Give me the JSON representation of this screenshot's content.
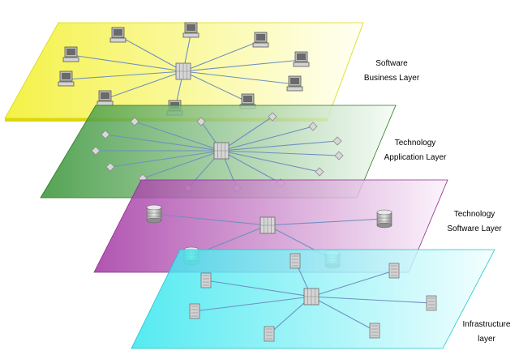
{
  "layers": [
    {
      "id": "software-business",
      "label_line1": "Software",
      "label_line2": "Business Layer",
      "color": "#f2ef1e",
      "edge_color": "#dcd60e",
      "fade_color": "#fffff2",
      "link_color": "#6f8fbf",
      "node_type": "computer"
    },
    {
      "id": "technology-application",
      "label_line1": "Technology",
      "label_line2": "Application Layer",
      "color": "#2f8f2f",
      "edge_color": "#2a7a22",
      "fade_color": "#f4fbf4",
      "link_color": "#6f8fbf",
      "node_type": "diamond"
    },
    {
      "id": "technology-software",
      "label_line1": "Technology",
      "label_line2": "Software Layer",
      "color": "#a02fa0",
      "edge_color": "#8a2a8a",
      "fade_color": "#fbf1fb",
      "link_color": "#6f8fbf",
      "node_type": "database"
    },
    {
      "id": "infrastructure",
      "label_line1": "Infrastructure",
      "label_line2": "layer",
      "color": "#2fe6ee",
      "edge_color": "#1ec4cc",
      "fade_color": "#f1feff",
      "link_color": "#6f8fbf",
      "node_type": "server"
    }
  ]
}
